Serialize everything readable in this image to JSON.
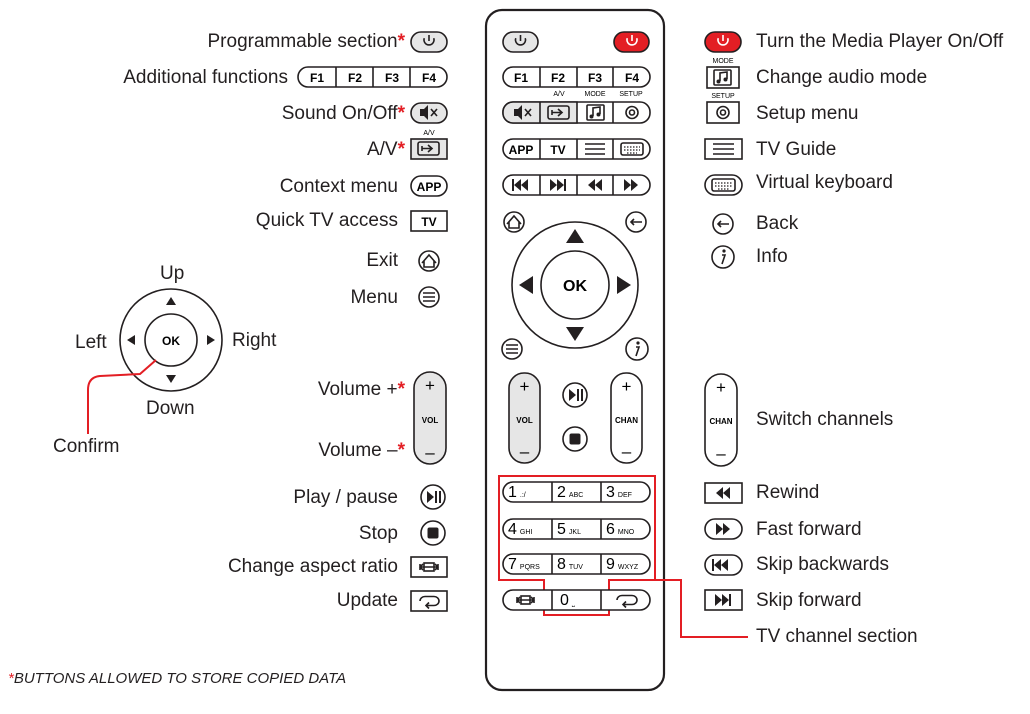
{
  "remote": {
    "f_keys": [
      "F1",
      "F2",
      "F3",
      "F4"
    ],
    "sub_labels": {
      "av": "A/V",
      "mode": "MODE",
      "setup": "SETUP"
    },
    "app": "APP",
    "tv": "TV",
    "ok": "OK",
    "vol": "VOL",
    "chan": "CHAN",
    "plus": "+",
    "minus": "–",
    "numpad": [
      {
        "d": "1",
        "s": ".:/"
      },
      {
        "d": "2",
        "s": "ABC"
      },
      {
        "d": "3",
        "s": "DEF"
      },
      {
        "d": "4",
        "s": "GHI"
      },
      {
        "d": "5",
        "s": "JKL"
      },
      {
        "d": "6",
        "s": "MNO"
      },
      {
        "d": "7",
        "s": "PQRS"
      },
      {
        "d": "8",
        "s": "TUV"
      },
      {
        "d": "9",
        "s": "WXYZ"
      },
      {
        "d": "0",
        "s": "⎵"
      }
    ]
  },
  "left_labels": {
    "programmable": "Programmable section",
    "additional": "Additional functions",
    "sound": "Sound On/Off",
    "av": "A/V",
    "context": "Context menu",
    "quick_tv": "Quick TV access",
    "exit": "Exit",
    "menu": "Menu",
    "volume_plus": "Volume +",
    "volume_minus": "Volume –",
    "play_pause": "Play / pause",
    "stop": "Stop",
    "aspect": "Change aspect ratio",
    "update": "Update",
    "star": "*"
  },
  "dpad_legend": {
    "up": "Up",
    "down": "Down",
    "left": "Left",
    "right": "Right",
    "confirm": "Confirm",
    "ok": "OK"
  },
  "right_labels": {
    "power": "Turn the Media Player On/Off",
    "audio_mode": "Change audio mode",
    "setup": "Setup menu",
    "tv_guide": "TV Guide",
    "keyboard": "Virtual keyboard",
    "back": "Back",
    "info": "Info",
    "channels": "Switch channels",
    "rewind": "Rewind",
    "fast_forward": "Fast forward",
    "skip_back": "Skip backwards",
    "skip_forward": "Skip forward",
    "tv_channel_section": "TV channel section"
  },
  "footnote": {
    "star": "*",
    "text": "BUTTONS ALLOWED TO STORE COPIED DATA"
  },
  "colors": {
    "accent": "#e31e24",
    "ink": "#231f20",
    "key_fill": "#e6e6e6"
  }
}
